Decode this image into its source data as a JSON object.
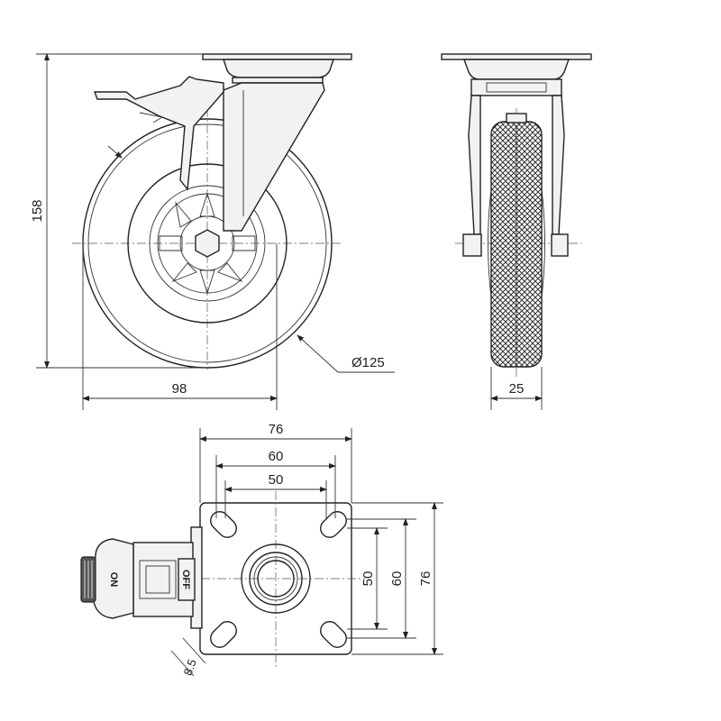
{
  "drawing": {
    "dimensions": {
      "height": "158",
      "offset": "98",
      "wheel_diameter": "Ø125",
      "wheel_width": "25",
      "plate_width": "76",
      "hole_spacing_outer": "60",
      "hole_spacing_inner": "50",
      "plate_height": "76",
      "hole_vspacing_outer": "60",
      "hole_vspacing_inner": "50",
      "slot_width": "8.5"
    },
    "brake_labels": {
      "on": "ON",
      "off": "OFF"
    }
  }
}
